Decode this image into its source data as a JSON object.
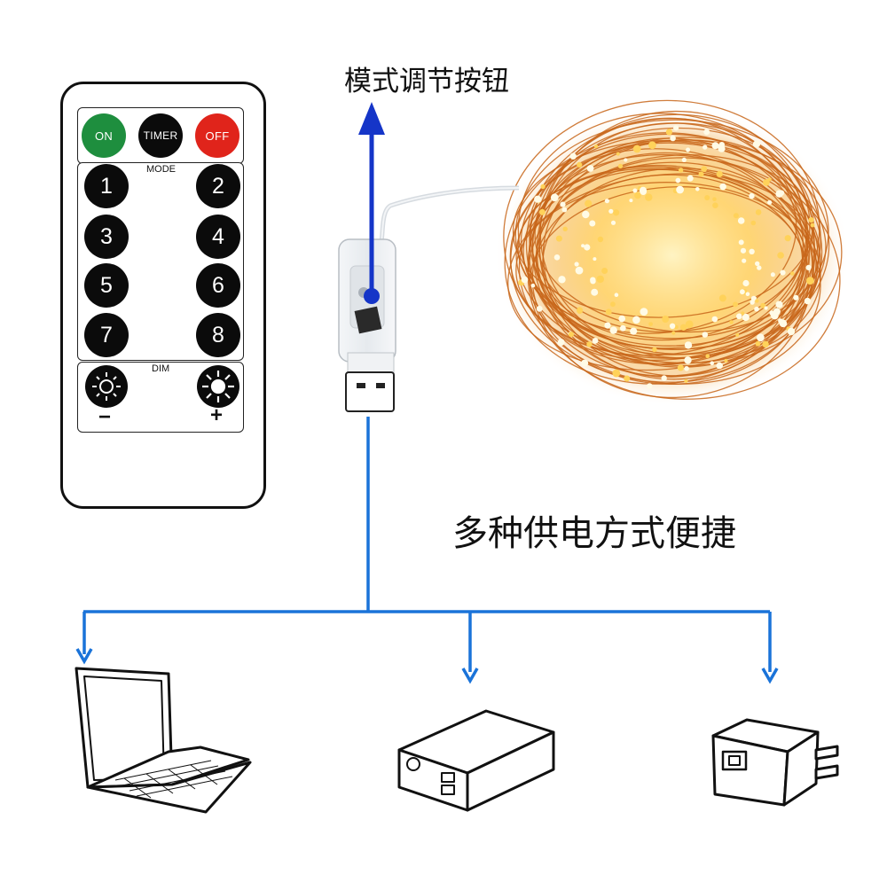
{
  "annotations": {
    "mode_button_label": "模式调节按钮",
    "power_caption": "多种供电方式便捷"
  },
  "remote": {
    "top_buttons": [
      {
        "label": "ON",
        "color": "#1e8e3e"
      },
      {
        "label": "TIMER",
        "color": "#0b0b0b"
      },
      {
        "label": "OFF",
        "color": "#e0241b"
      }
    ],
    "mode_label": "MODE",
    "mode_buttons": [
      "1",
      "2",
      "3",
      "4",
      "5",
      "6",
      "7",
      "8"
    ],
    "dim_label": "DIM",
    "dim_minus": "−",
    "dim_plus": "+"
  },
  "colors": {
    "arrow_blue": "#1535c8",
    "line_blue": "#1a73d9",
    "light_glow": "#ffb020",
    "wire_copper": "#c8661a"
  },
  "devices": [
    {
      "icon": "laptop-icon"
    },
    {
      "icon": "power-bank-icon"
    },
    {
      "icon": "wall-charger-icon"
    }
  ]
}
